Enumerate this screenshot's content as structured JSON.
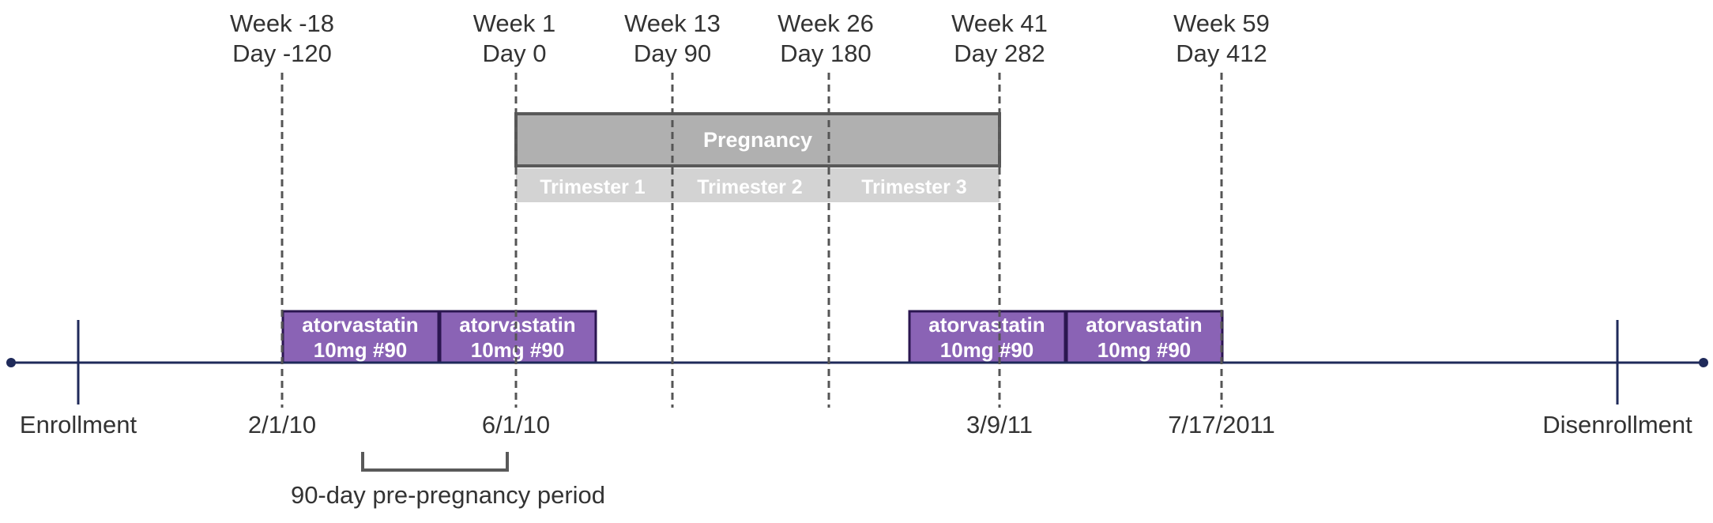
{
  "colors": {
    "timeline": "#1f2a5a",
    "dashed_line": "#555555",
    "pregnancy_fill": "#b0b0b0",
    "pregnancy_border": "#595959",
    "trimester_fill": "#d3d3d3",
    "rx_fill": "#8a63b5",
    "rx_border": "#2b1650",
    "bracket": "#595959",
    "text": "#333333"
  },
  "milestones": [
    {
      "week": "Week -18",
      "day": "Day -120"
    },
    {
      "week": "Week 1",
      "day": "Day 0"
    },
    {
      "week": "Week 13",
      "day": "Day 90"
    },
    {
      "week": "Week 26",
      "day": "Day 180"
    },
    {
      "week": "Week 41",
      "day": "Day 282"
    },
    {
      "week": "Week 59",
      "day": "Day 412"
    }
  ],
  "pregnancy": {
    "label": "Pregnancy",
    "trimesters": [
      "Trimester 1",
      "Trimester 2",
      "Trimester 3"
    ]
  },
  "prescriptions": [
    {
      "line1": "atorvastatin",
      "line2": "10mg #90"
    },
    {
      "line1": "atorvastatin",
      "line2": "10mg #90"
    },
    {
      "line1": "atorvastatin",
      "line2": "10mg #90"
    },
    {
      "line1": "atorvastatin",
      "line2": "10mg #90"
    }
  ],
  "dates": [
    "2/1/10",
    "6/1/10",
    "3/9/11",
    "7/17/2011"
  ],
  "enrollment_label": "Enrollment",
  "disenrollment_label": "Disenrollment",
  "pre_pregnancy_label": "90-day pre-pregnancy period"
}
